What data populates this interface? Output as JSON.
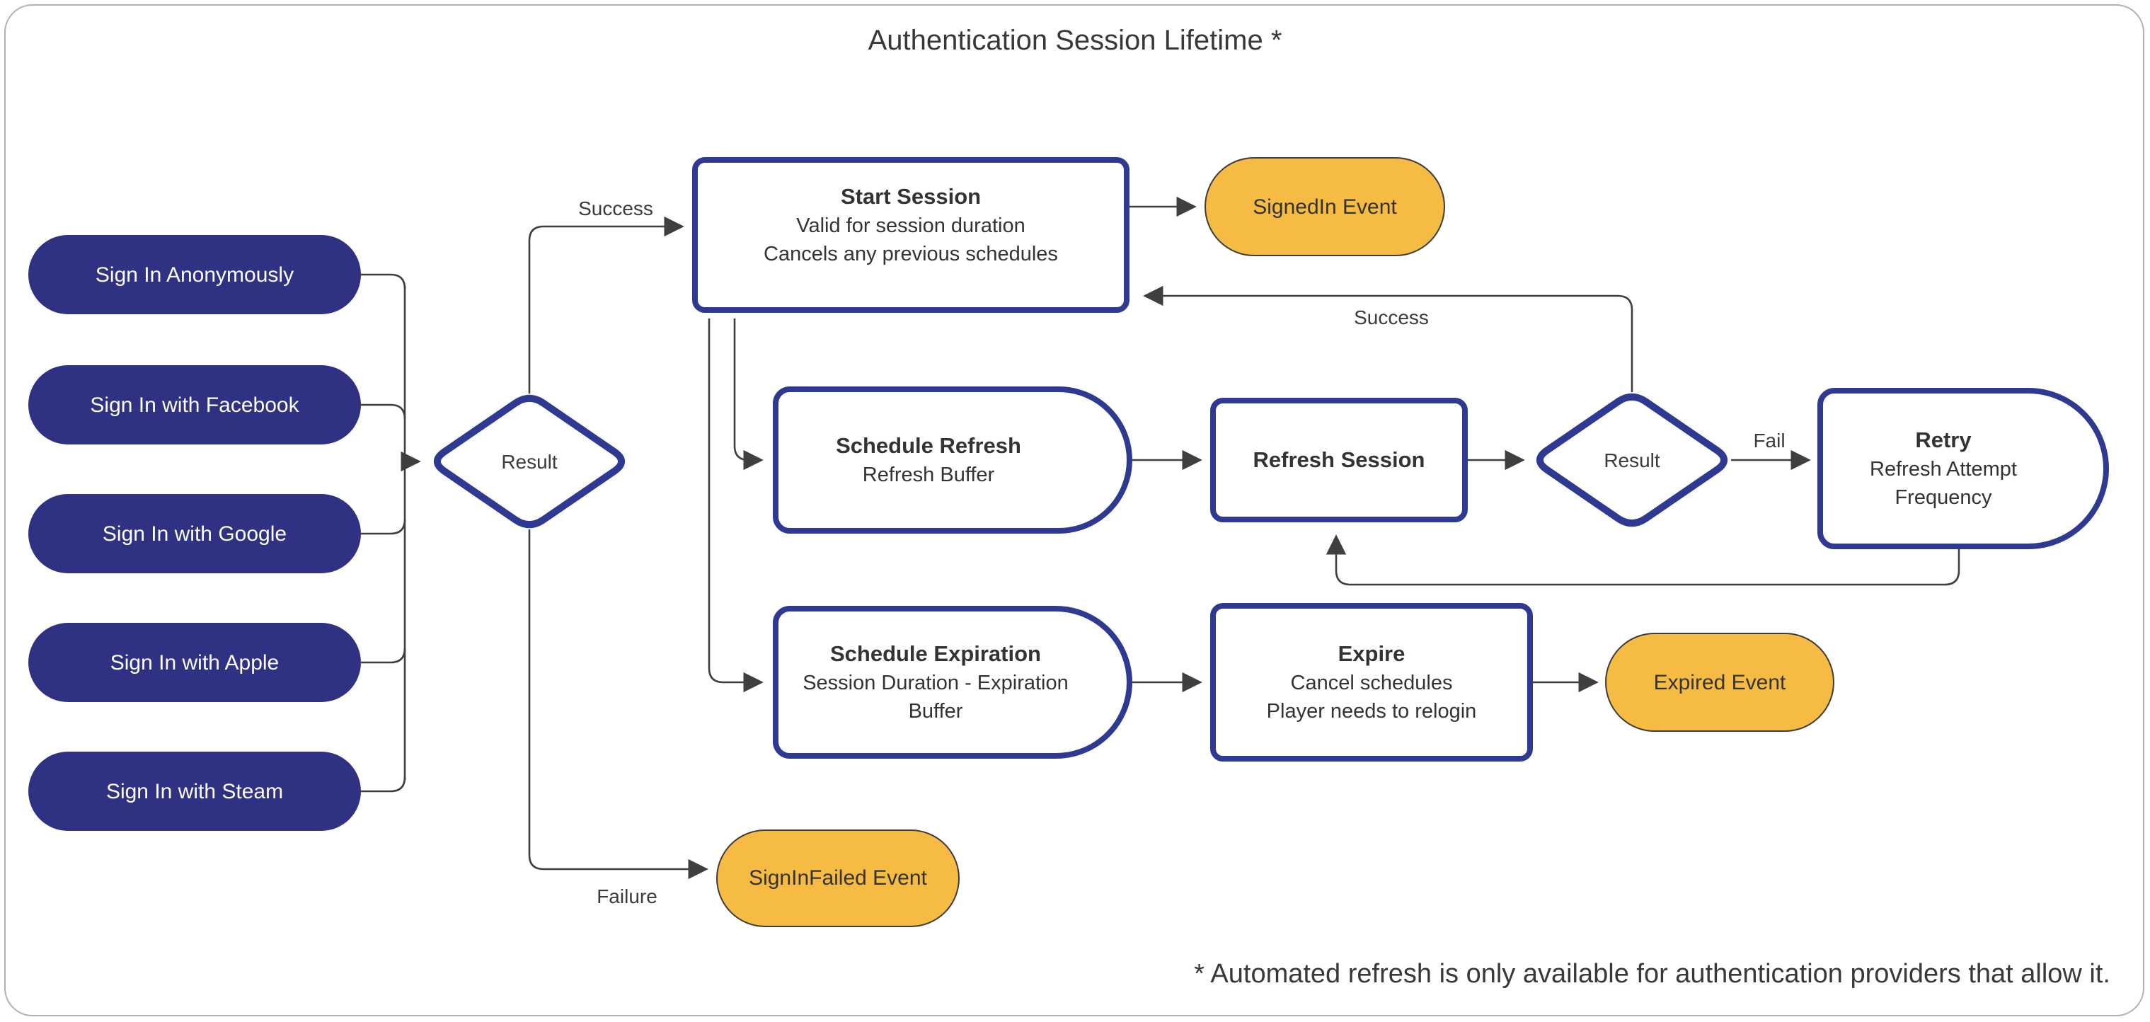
{
  "title": "Authentication Session Lifetime *",
  "footnote": "* Automated refresh is only available for authentication providers that allow it.",
  "colors": {
    "navy": "#2f3183",
    "navy-border": "#2e3a91",
    "yellow": "#f6bb42",
    "terminator-border": "#3c3c3c",
    "line": "#3f3f3f",
    "ink": "#383838",
    "frame": "#b0b0b0"
  },
  "providers": [
    "Sign In Anonymously",
    "Sign In with Facebook",
    "Sign In with Google",
    "Sign In with Apple",
    "Sign In with Steam"
  ],
  "nodes": {
    "result1": {
      "label": "Result"
    },
    "start_session": {
      "title": "Start Session",
      "line1": "Valid for session duration",
      "line2": "Cancels any previous schedules"
    },
    "signedin_event": {
      "label": "SignedIn Event"
    },
    "schedule_refresh": {
      "title": "Schedule Refresh",
      "line1": "Refresh Buffer"
    },
    "refresh_session": {
      "title": "Refresh Session"
    },
    "result2": {
      "label": "Result"
    },
    "retry": {
      "title": "Retry",
      "line1": "Refresh Attempt Frequency"
    },
    "schedule_expiration": {
      "title": "Schedule Expiration",
      "line1": "Session Duration - Expiration Buffer"
    },
    "expire": {
      "title": "Expire",
      "line1": "Cancel schedules",
      "line2": "Player needs to relogin"
    },
    "expired_event": {
      "label": "Expired Event"
    },
    "signinfailed_event": {
      "label": "SignInFailed Event"
    }
  },
  "edge_labels": {
    "success_in": "Success",
    "success_return": "Success",
    "fail": "Fail",
    "failure": "Failure"
  }
}
